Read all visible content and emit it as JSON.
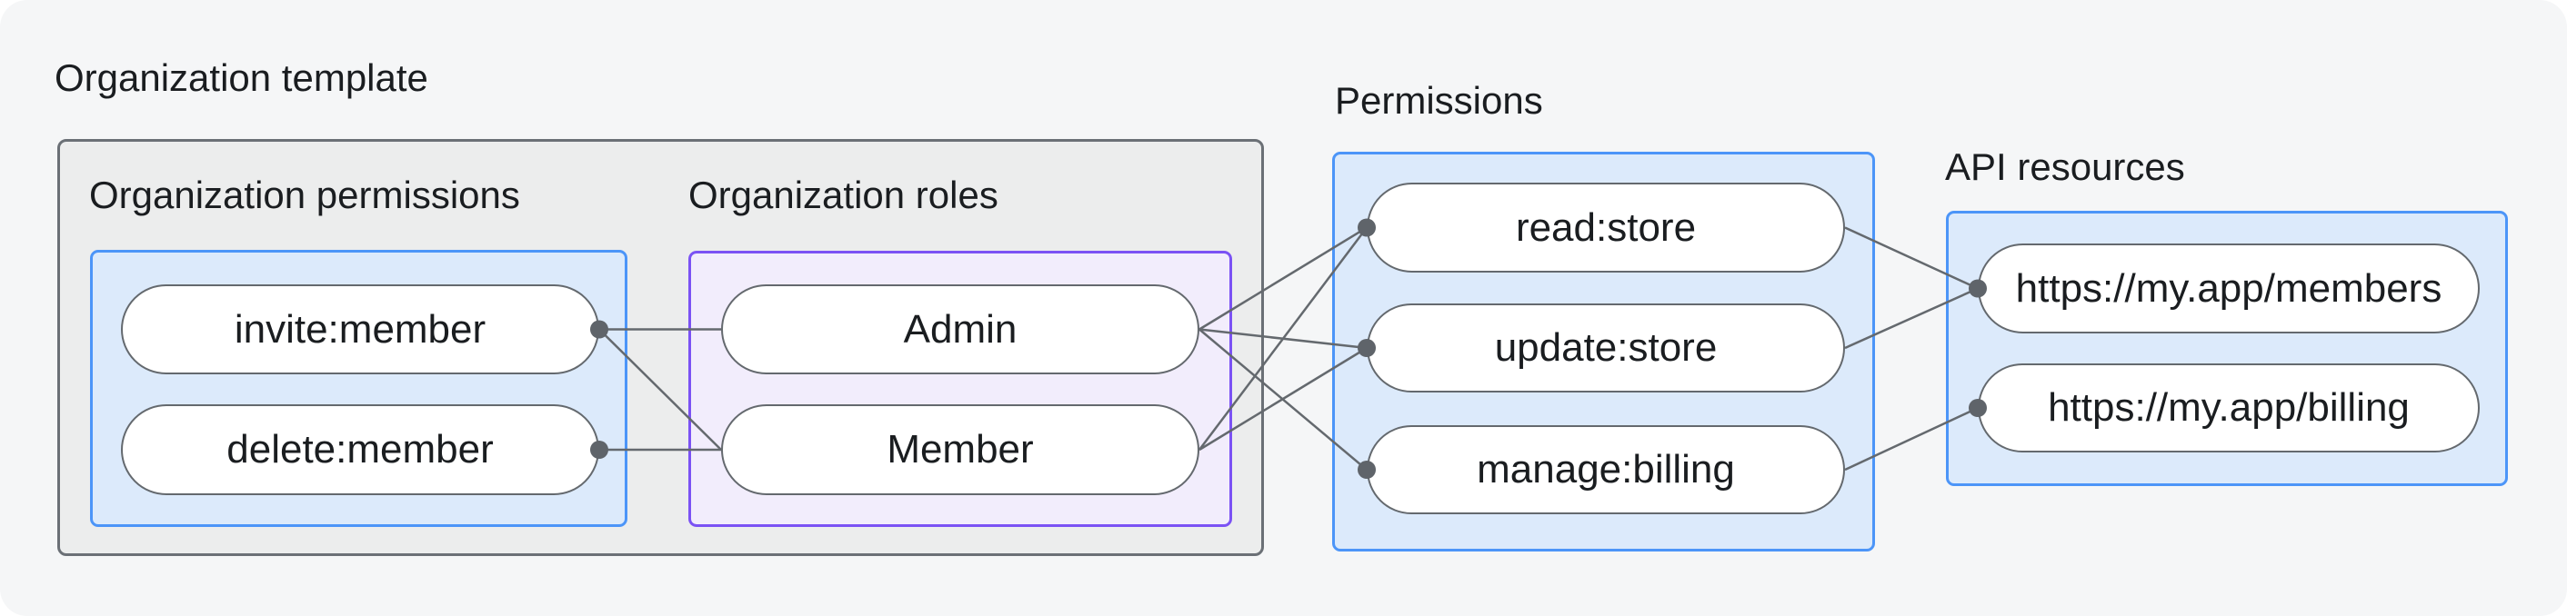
{
  "title": "Organization template",
  "groups": {
    "org_template": {
      "label": "Organization template"
    },
    "org_permissions": {
      "label": "Organization permissions",
      "nodes": [
        "invite:member",
        "delete:member"
      ]
    },
    "org_roles": {
      "label": "Organization roles",
      "nodes": [
        "Admin",
        "Member"
      ]
    },
    "permissions": {
      "label": "Permissions",
      "nodes": [
        "read:store",
        "update:store",
        "manage:billing"
      ]
    },
    "api_resources": {
      "label": "API resources",
      "nodes": [
        "https://my.app/members",
        "https://my.app/billing"
      ]
    }
  },
  "connections": [
    [
      "invite:member",
      "Admin"
    ],
    [
      "invite:member",
      "Member"
    ],
    [
      "delete:member",
      "Member"
    ],
    [
      "Admin",
      "read:store"
    ],
    [
      "Admin",
      "update:store"
    ],
    [
      "Admin",
      "manage:billing"
    ],
    [
      "Member",
      "read:store"
    ],
    [
      "Member",
      "update:store"
    ],
    [
      "read:store",
      "https://my.app/members"
    ],
    [
      "update:store",
      "https://my.app/members"
    ],
    [
      "manage:billing",
      "https://my.app/billing"
    ]
  ],
  "junction_dots": [
    "invite:member:right",
    "delete:member:right",
    "read:store:left",
    "update:store:left",
    "manage:billing:left",
    "https://my.app/members:left",
    "https://my.app/billing:left"
  ],
  "colors": {
    "canvas_bg": "#F5F6F7",
    "outer_bg": "#FFFFFF",
    "gray_box_fill": "#ECEDED",
    "gray_box_border": "#6B7076",
    "blue_box_fill": "#DCEAFB",
    "blue_box_border": "#4C95F8",
    "purple_box_fill": "#F2EDFC",
    "purple_box_border": "#7B52F4",
    "node_fill": "#FFFFFF",
    "node_border": "#64696E",
    "edge_line": "#64696E",
    "junction_dot": "#5F646A",
    "text": "#1A1D20"
  }
}
